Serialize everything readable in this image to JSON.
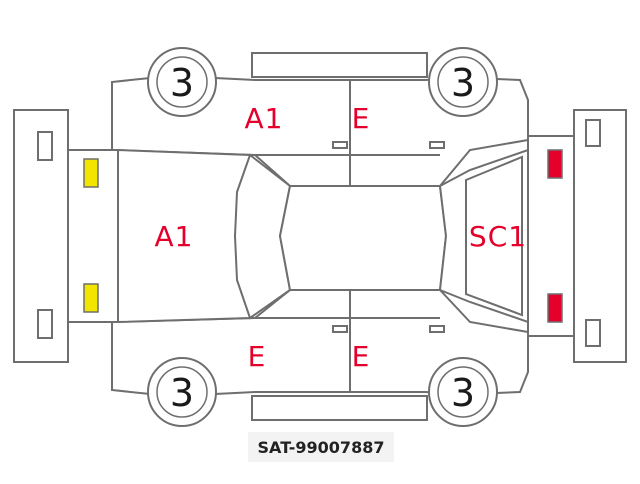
{
  "tires": {
    "front_left": "3",
    "front_right": "3",
    "rear_left": "3",
    "rear_right": "3"
  },
  "marks": {
    "hood": "A1",
    "front_left_door": "A1",
    "rear_left_door": "E",
    "front_right_door": "E",
    "rear_right_door": "E",
    "rear_window": "SC1"
  },
  "stock_code": "SAT-99007887",
  "colors": {
    "outline": "#6e6e6e",
    "damage_text": "#e4002b",
    "headlight": "#f2e600",
    "taillight": "#e4002b"
  }
}
